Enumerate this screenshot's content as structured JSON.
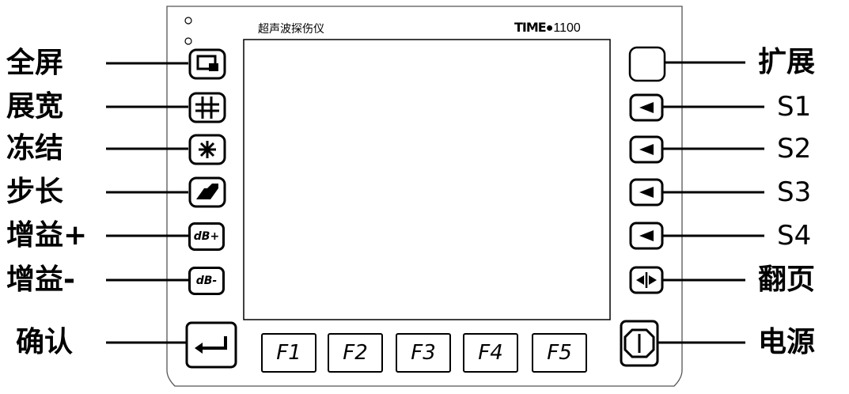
{
  "device": {
    "title": "超声波探伤仪",
    "brand_logo": "TIME",
    "brand_model": "1100"
  },
  "left_labels": [
    "全屏",
    "展宽",
    "冻结",
    "步长",
    "增益+",
    "增益-",
    "确认"
  ],
  "right_labels": [
    "扩展",
    "S1",
    "S2",
    "S3",
    "S4",
    "翻页",
    "电源"
  ],
  "function_keys": [
    "F1",
    "F2",
    "F3",
    "F4",
    "F5"
  ],
  "db_keys": {
    "plus": "dB+",
    "minus": "dB-"
  }
}
